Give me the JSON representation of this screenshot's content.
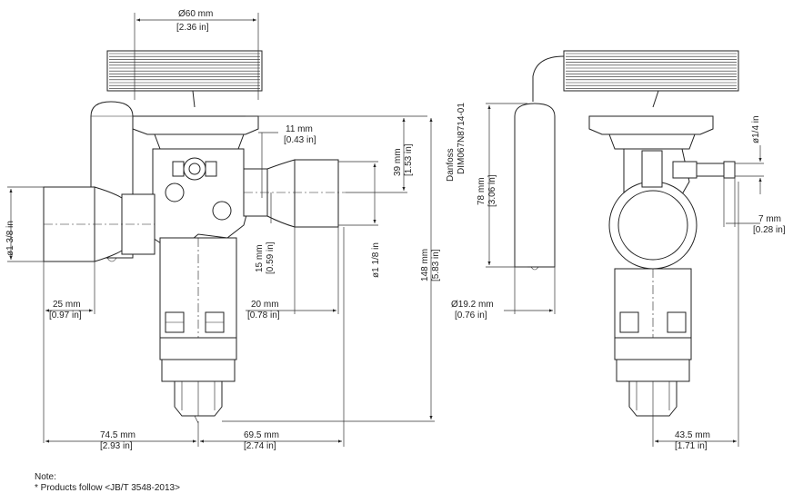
{
  "dimensions": {
    "top_width_mm": "Ø60 mm",
    "top_width_in": "[2.36 in]",
    "port_offset_mm": "11 mm",
    "port_offset_in": "[0.43 in]",
    "height_39_mm": "39 mm",
    "height_39_in": "[1.53 in]",
    "height_148_mm": "148 mm",
    "height_148_in": "[5.83 in]",
    "inlet_dia": "ø1 3/8 in",
    "outlet_dia": "ø1 1/8 in",
    "inlet_len_mm": "25 mm",
    "inlet_len_in": "[0.97 in]",
    "offset_15_mm": "15 mm",
    "offset_15_in": "[0.59 in]",
    "outlet_len_mm": "20 mm",
    "outlet_len_in": "[0.78 in]",
    "left_half_mm": "74.5 mm",
    "left_half_in": "[2.93 in]",
    "right_half_mm": "69.5 mm",
    "right_half_in": "[2.74 in]",
    "bulb_len_mm": "78 mm",
    "bulb_len_in": "[3.06 in]",
    "bulb_dia_mm": "Ø19.2 mm",
    "bulb_dia_in": "[0.76 in]",
    "equalizer_dia": "ø1/4 in",
    "equalizer_len_mm": "7 mm",
    "equalizer_len_in": "[0.28 in]",
    "side_half_mm": "43.5 mm",
    "side_half_in": "[1.71 in]"
  },
  "brand_label": "Danfoss",
  "drawing_code": "DIM067N8714-01",
  "note": {
    "title": "Note:",
    "line": "* Products follow <JB/T 3548-2013>"
  }
}
